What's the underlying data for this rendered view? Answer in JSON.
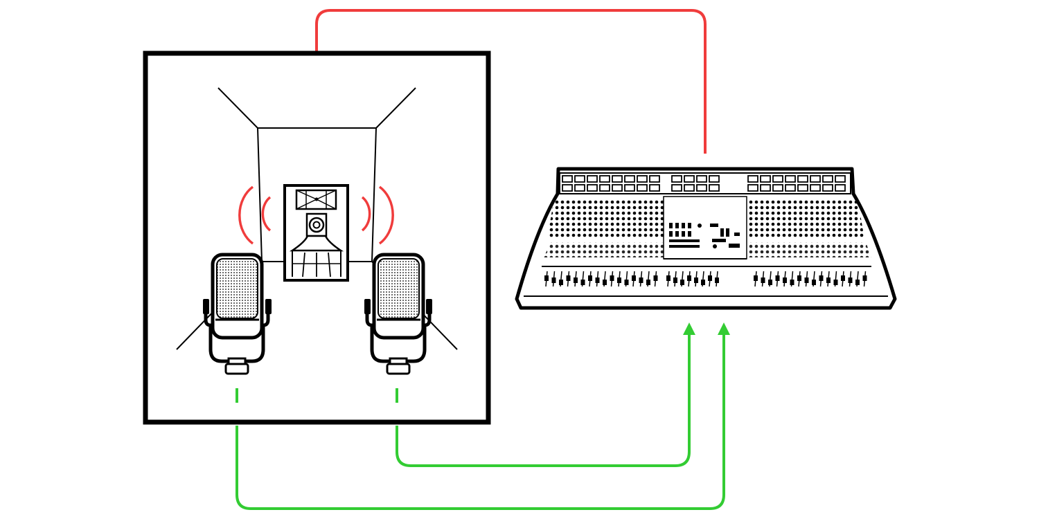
{
  "diagram": {
    "colors": {
      "outline": "#000000",
      "send_signal": "#f03c3c",
      "return_signal": "#33cc33",
      "background": "#ffffff"
    },
    "elements": {
      "room": "isolation-room",
      "speaker": "studio-monitor-speaker",
      "microphones": [
        "left-microphone",
        "right-microphone"
      ],
      "console": "mixing-console"
    }
  }
}
